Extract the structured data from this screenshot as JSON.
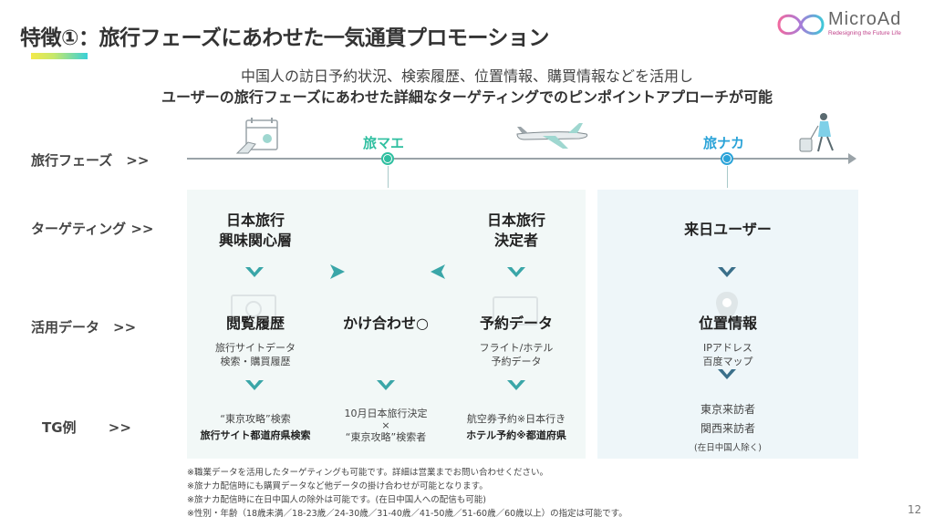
{
  "header": {
    "title": "特徴①：旅行フェーズにあわせた一気通貫プロモーション",
    "logo_name": "MicroAd",
    "logo_tagline": "Redesigning the Future Life"
  },
  "subtitle": {
    "line1": "中国人の訪日予約状況、検索履歴、位置情報、購買情報などを活用し",
    "line2": "ユーザーの旅行フェーズにあわせた詳細なターゲティングでのピンポイントアプローチが可能"
  },
  "rows": {
    "phase": "旅行フェーズ　>>",
    "targeting": "ターゲティング >>",
    "data": "活用データ　>>",
    "tg": "TG例　　 >>"
  },
  "phases": {
    "before": "旅マエ",
    "during": "旅ナカ"
  },
  "colors": {
    "before": "#2fbfa0",
    "during": "#2aa3d8",
    "chevron": "#3aa6a8"
  },
  "targeting": {
    "interest": "日本旅行\n興味関心層",
    "decided": "日本旅行\n決定者",
    "visitors": "来日ユーザー"
  },
  "data_sources": {
    "browsing": {
      "title": "閲覧履歴",
      "desc": "旅行サイトデータ\n検索・購買履歴"
    },
    "combine": {
      "title": "かけ合わせ○"
    },
    "booking": {
      "title": "予約データ",
      "desc": "フライト/ホテル\n予約データ"
    },
    "location": {
      "title": "位置情報",
      "desc": "IPアドレス\n百度マップ"
    }
  },
  "tg_examples": {
    "col1_line1": "“東京攻略”検索",
    "col1_line2": "旅行サイト都道府県検索",
    "col2_line1": "10月日本旅行決定",
    "col2_line2": "×",
    "col2_line3": "“東京攻略”検索者",
    "col3_line1": "航空券予約※日本行き",
    "col3_line2": "ホテル予約※都道府県",
    "col4_line1": "東京来訪者",
    "col4_line2": "関西来訪者",
    "col4_line3": "(在日中国人除く)"
  },
  "notes": [
    "※職業データを活用したターゲティングも可能です。詳細は営業までお問い合わせください。",
    "※旅ナカ配信時にも購買データなど他データの掛け合わせが可能となります。",
    "※旅ナカ配信時に在日中国人の除外は可能です。(在日中国人への配信も可能)",
    "※性別・年齢（18歳未満／18-23歳／24-30歳／31-40歳／41-50歳／51-60歳／60歳以上）の指定は可能です。"
  ],
  "page_number": "12"
}
